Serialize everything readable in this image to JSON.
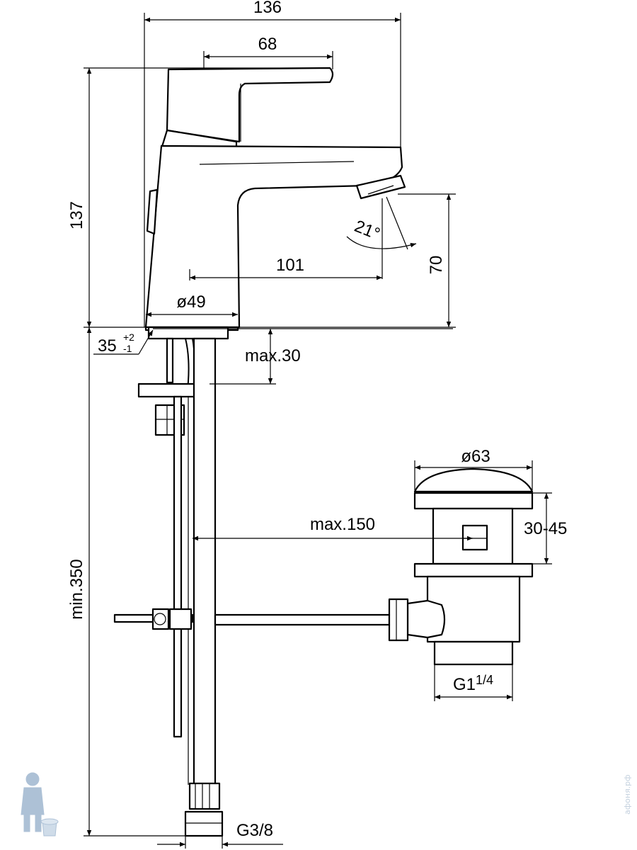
{
  "dimensions": {
    "total_width": "136",
    "handle_width": "68",
    "total_height": "137",
    "spout_reach": "101",
    "spout_height": "70",
    "angle": "21°",
    "base_diameter": "ø49",
    "hole_angle": "35",
    "hole_angle_tol_plus": "+2",
    "hole_angle_tol_minus": "-1",
    "max_thickness": "max.30",
    "min_length": "min.350",
    "rod_length": "max.150",
    "waste_diameter": "ø63",
    "waste_range": "30-45",
    "waste_thread": "G1",
    "waste_thread_fraction": "1/4",
    "connection_thread": "G3/8"
  },
  "watermark": {
    "text": "афоня.рф",
    "colors": {
      "figure": "#9fb6cf",
      "text": "#b9c8d8"
    }
  }
}
